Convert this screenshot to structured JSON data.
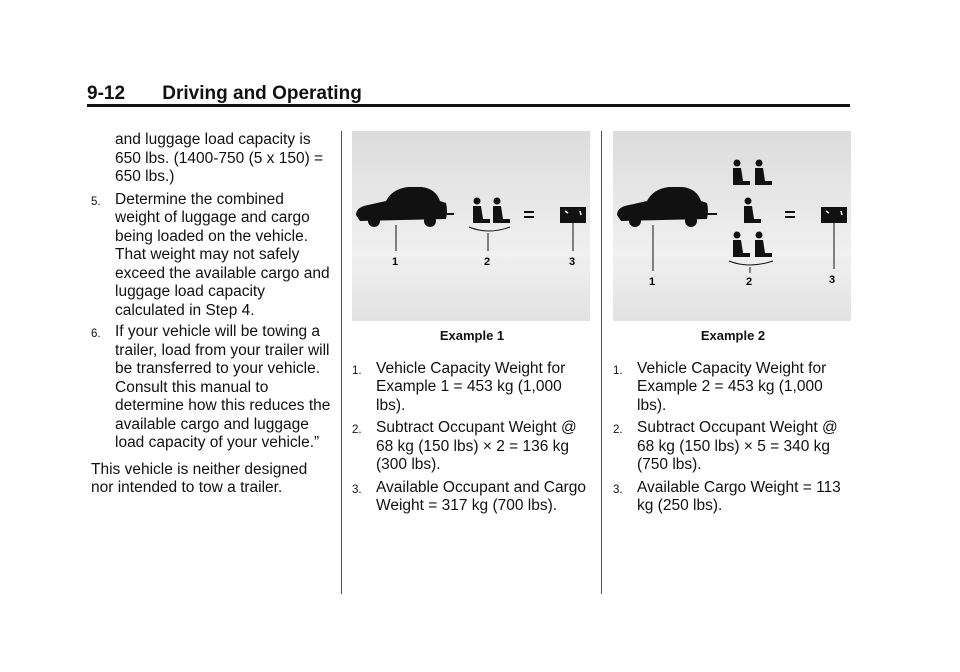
{
  "header": {
    "page_number": "9-12",
    "section_title": "Driving and Operating"
  },
  "col1": {
    "cont_text": "and luggage load capacity is 650 lbs. (1400-750 (5 x 150) = 650 lbs.)",
    "steps": [
      {
        "num": "5.",
        "text": "Determine the combined weight of luggage and cargo being loaded on the vehicle. That weight may not safely exceed the available cargo and luggage load capacity calculated in Step 4."
      },
      {
        "num": "6.",
        "text": "If your vehicle will be towing a trailer, load from your trailer will be transferred to your vehicle. Consult this manual to determine how this reduces the available cargo and luggage load capacity of your vehicle.”"
      }
    ],
    "para": "This vehicle is neither designed nor intended to tow a trailer."
  },
  "example1": {
    "caption": "Example 1",
    "callouts": [
      "1",
      "2",
      "3"
    ],
    "items": [
      {
        "num": "1.",
        "text": "Vehicle Capacity Weight for Example 1 = 453 kg (1,000 lbs)."
      },
      {
        "num": "2.",
        "text": "Subtract Occupant Weight @ 68 kg (150 lbs) × 2 = 136 kg (300 lbs)."
      },
      {
        "num": "3.",
        "text": "Available Occupant and Cargo Weight = 317 kg (700 lbs)."
      }
    ]
  },
  "example2": {
    "caption": "Example 2",
    "callouts": [
      "1",
      "2",
      "3"
    ],
    "items": [
      {
        "num": "1.",
        "text": "Vehicle Capacity Weight for Example 2 = 453 kg (1,000 lbs)."
      },
      {
        "num": "2.",
        "text": "Subtract Occupant Weight @ 68 kg (150 lbs) × 5 = 340 kg (750 lbs)."
      },
      {
        "num": "3.",
        "text": "Available Cargo Weight = 113 kg (250 lbs)."
      }
    ]
  },
  "icons": [
    "car-icon",
    "seated-occupant-icon",
    "luggage-icon"
  ]
}
